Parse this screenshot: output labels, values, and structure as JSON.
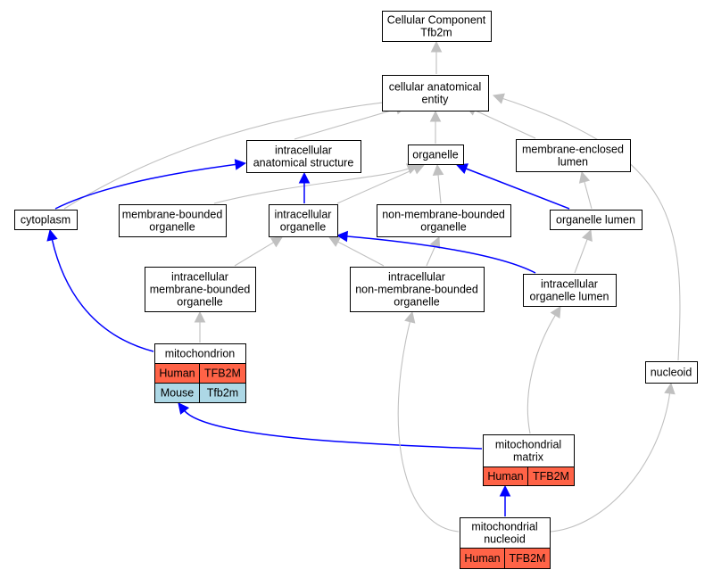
{
  "colors": {
    "is_a_edge": "#c0c0c0",
    "part_of_edge": "#0000ff",
    "human_annotation": "#ff6347",
    "mouse_annotation": "#add8e6",
    "node_border": "#000000",
    "node_fill": "#ffffff"
  },
  "nodes": {
    "root": {
      "lines": [
        "Cellular Component",
        "Tfb2m"
      ]
    },
    "cae": {
      "lines": [
        "cellular anatomical",
        "entity"
      ]
    },
    "ias": {
      "lines": [
        "intracellular",
        "anatomical structure"
      ]
    },
    "org": {
      "lines": [
        "organelle"
      ]
    },
    "mel": {
      "lines": [
        "membrane-enclosed",
        "lumen"
      ]
    },
    "cyto": {
      "lines": [
        "cytoplasm"
      ]
    },
    "mbo": {
      "lines": [
        "membrane-bounded",
        "organelle"
      ]
    },
    "io": {
      "lines": [
        "intracellular",
        "organelle"
      ]
    },
    "nmbo": {
      "lines": [
        "non-membrane-bounded",
        "organelle"
      ]
    },
    "ol": {
      "lines": [
        "organelle lumen"
      ]
    },
    "imbo": {
      "lines": [
        "intracellular",
        "membrane-bounded",
        "organelle"
      ]
    },
    "inmbo": {
      "lines": [
        "intracellular",
        "non-membrane-bounded",
        "organelle"
      ]
    },
    "iol": {
      "lines": [
        "intracellular",
        "organelle lumen"
      ]
    },
    "mito": {
      "lines": [
        "mitochondrion"
      ],
      "annotations": [
        {
          "species": "Human",
          "gene": "TFB2M",
          "color": "#ff6347"
        },
        {
          "species": "Mouse",
          "gene": "Tfb2m",
          "color": "#add8e6"
        }
      ]
    },
    "nuc": {
      "lines": [
        "nucleoid"
      ]
    },
    "mm": {
      "lines": [
        "mitochondrial",
        "matrix"
      ],
      "annotations": [
        {
          "species": "Human",
          "gene": "TFB2M",
          "color": "#ff6347"
        }
      ]
    },
    "mn": {
      "lines": [
        "mitochondrial",
        "nucleoid"
      ],
      "annotations": [
        {
          "species": "Human",
          "gene": "TFB2M",
          "color": "#ff6347"
        }
      ]
    }
  },
  "edges": [
    {
      "from": "cae",
      "to": "root",
      "type": "is_a"
    },
    {
      "from": "ias",
      "to": "cae",
      "type": "is_a"
    },
    {
      "from": "org",
      "to": "cae",
      "type": "is_a"
    },
    {
      "from": "mel",
      "to": "cae",
      "type": "is_a"
    },
    {
      "from": "cyto",
      "to": "cae",
      "type": "is_a"
    },
    {
      "from": "nuc",
      "to": "cae",
      "type": "is_a"
    },
    {
      "from": "cyto",
      "to": "ias",
      "type": "part_of"
    },
    {
      "from": "mbo",
      "to": "org",
      "type": "is_a"
    },
    {
      "from": "io",
      "to": "ias",
      "type": "part_of"
    },
    {
      "from": "io",
      "to": "org",
      "type": "is_a"
    },
    {
      "from": "nmbo",
      "to": "org",
      "type": "is_a"
    },
    {
      "from": "ol",
      "to": "org",
      "type": "part_of"
    },
    {
      "from": "ol",
      "to": "mel",
      "type": "is_a"
    },
    {
      "from": "imbo",
      "to": "io",
      "type": "is_a"
    },
    {
      "from": "inmbo",
      "to": "io",
      "type": "is_a"
    },
    {
      "from": "inmbo",
      "to": "nmbo",
      "type": "is_a"
    },
    {
      "from": "iol",
      "to": "io",
      "type": "part_of"
    },
    {
      "from": "iol",
      "to": "ol",
      "type": "is_a"
    },
    {
      "from": "mito",
      "to": "imbo",
      "type": "is_a"
    },
    {
      "from": "mito",
      "to": "cyto",
      "type": "part_of"
    },
    {
      "from": "mm",
      "to": "mito",
      "type": "part_of"
    },
    {
      "from": "mm",
      "to": "iol",
      "type": "is_a"
    },
    {
      "from": "mn",
      "to": "mm",
      "type": "part_of"
    },
    {
      "from": "mn",
      "to": "inmbo",
      "type": "is_a"
    },
    {
      "from": "mn",
      "to": "nuc",
      "type": "is_a"
    }
  ]
}
